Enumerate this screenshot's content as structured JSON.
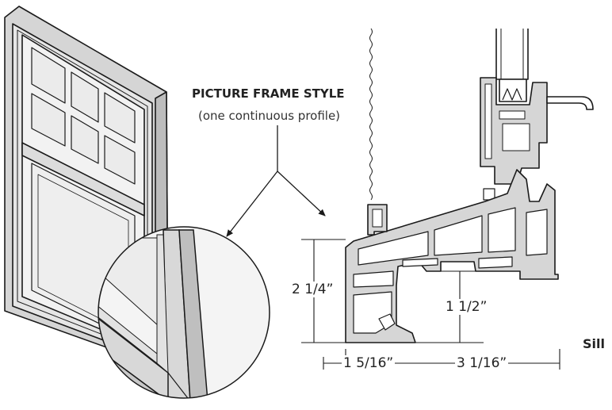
{
  "callout": {
    "title": "PICTURE FRAME STYLE",
    "subtitle": "(one continuous profile)"
  },
  "dimensions": {
    "height_total": "2 1/4”",
    "height_inner": "1 1/2”",
    "width_left": "1 5/16”",
    "width_right": "3 1/16”"
  },
  "section_label": "Sill",
  "colors": {
    "frame_fill": "#d7d7d7",
    "glass_fill": "#ececec",
    "line": "#1a1a1a"
  }
}
